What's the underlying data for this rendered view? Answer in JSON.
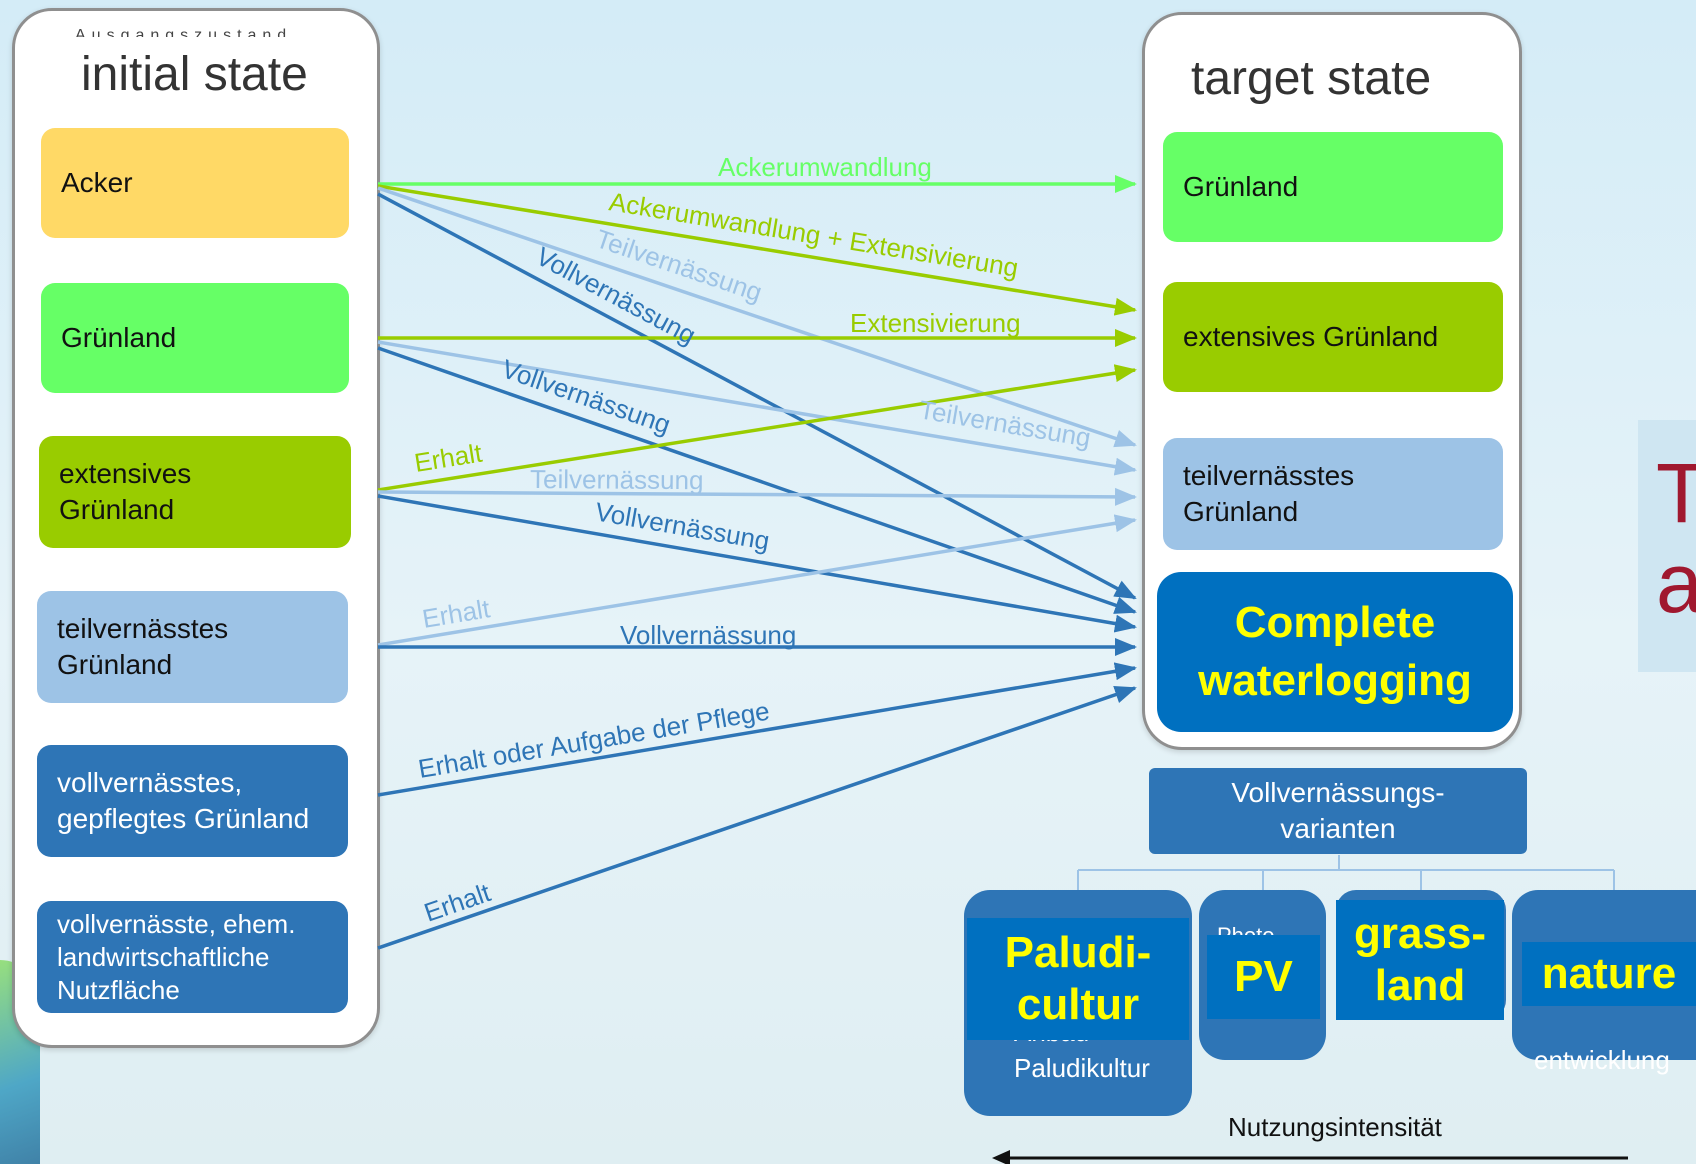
{
  "initial_panel": {
    "faint_header": "Ausgangszustand",
    "title": "initial state",
    "items": [
      {
        "label": "Acker",
        "color": "#ffd966"
      },
      {
        "label": "Grünland",
        "color": "#66ff66"
      },
      {
        "label": "extensives\nGrünland",
        "color": "#99cc00"
      },
      {
        "label": "teilvernässtes\nGrünland",
        "color": "#9dc3e6"
      },
      {
        "label": "vollvernässtes,\ngepflegtes Grünland",
        "color": "#2e75b6"
      },
      {
        "label": "vollvernässte, ehem.\nlandwirtschaftliche\nNutzfläche",
        "color": "#2e75b6"
      }
    ]
  },
  "target_panel": {
    "title": "target state",
    "items": [
      {
        "label": "Grünland",
        "color": "#66ff66"
      },
      {
        "label": "extensives Grünland",
        "color": "#99cc00"
      },
      {
        "label": "teilvernässtes\nGrünland",
        "color": "#9dc3e6"
      }
    ],
    "complete_label": "Complete\nwaterlogging"
  },
  "transitions": [
    {
      "from": "Acker",
      "to": "Grünland",
      "label": "Ackerumwandlung",
      "color": "#66ff66"
    },
    {
      "from": "Acker",
      "to": "extensives Grünland",
      "label": "Ackerumwandlung + Extensivierung",
      "color": "#99cc00"
    },
    {
      "from": "Acker",
      "to": "teilvernässtes Grünland",
      "label": "Teilvernässung",
      "color": "#9dc3e6"
    },
    {
      "from": "Acker",
      "to": "Complete waterlogging",
      "label": "Vollvernässung",
      "color": "#2e75b6"
    },
    {
      "from": "Grünland",
      "to": "extensives Grünland",
      "label": "Extensivierung",
      "color": "#99cc00"
    },
    {
      "from": "Grünland",
      "to": "teilvernässtes Grünland",
      "label": "Teilvernässung",
      "color": "#9dc3e6"
    },
    {
      "from": "Grünland",
      "to": "Complete waterlogging",
      "label": "Vollvernässung",
      "color": "#2e75b6"
    },
    {
      "from": "extensives Grünland",
      "to": "extensives Grünland",
      "label": "Erhalt",
      "color": "#99cc00"
    },
    {
      "from": "extensives Grünland",
      "to": "teilvernässtes Grünland",
      "label": "Teilvernässung",
      "color": "#9dc3e6"
    },
    {
      "from": "extensives Grünland",
      "to": "Complete waterlogging",
      "label": "Vollvernässung",
      "color": "#2e75b6"
    },
    {
      "from": "teilvernässtes Grünland",
      "to": "teilvernässtes Grünland",
      "label": "Erhalt",
      "color": "#9dc3e6"
    },
    {
      "from": "teilvernässtes Grünland",
      "to": "Complete waterlogging",
      "label": "Vollvernässung",
      "color": "#2e75b6"
    },
    {
      "from": "vollvernässtes, gepflegtes Grünland",
      "to": "Complete waterlogging",
      "label": "Erhalt oder Aufgabe der Pflege",
      "color": "#2e75b6"
    },
    {
      "from": "vollvernässte, ehem. landwirtschaftliche Nutzfläche",
      "to": "Complete waterlogging",
      "label": "Erhalt",
      "color": "#2e75b6"
    }
  ],
  "variants": {
    "header": "Vollvernässungs-\nvarianten",
    "items": [
      {
        "overlay": "Paludi-\ncultur",
        "under_text": "Anbau\nPaludikultur"
      },
      {
        "overlay": "PV",
        "under_text": "Photo-\nvoltaik"
      },
      {
        "overlay": "grass-\nland",
        "under_text": ""
      },
      {
        "overlay": "nature",
        "under_text": "Nutzungs-\nentwicklung"
      }
    ],
    "intensity_label": "Nutzungsintensität"
  },
  "side_text": "T\na",
  "colors": {
    "side_text": "#a0182f",
    "complete_fg": "#ffff00",
    "complete_bg": "#0070c0"
  }
}
